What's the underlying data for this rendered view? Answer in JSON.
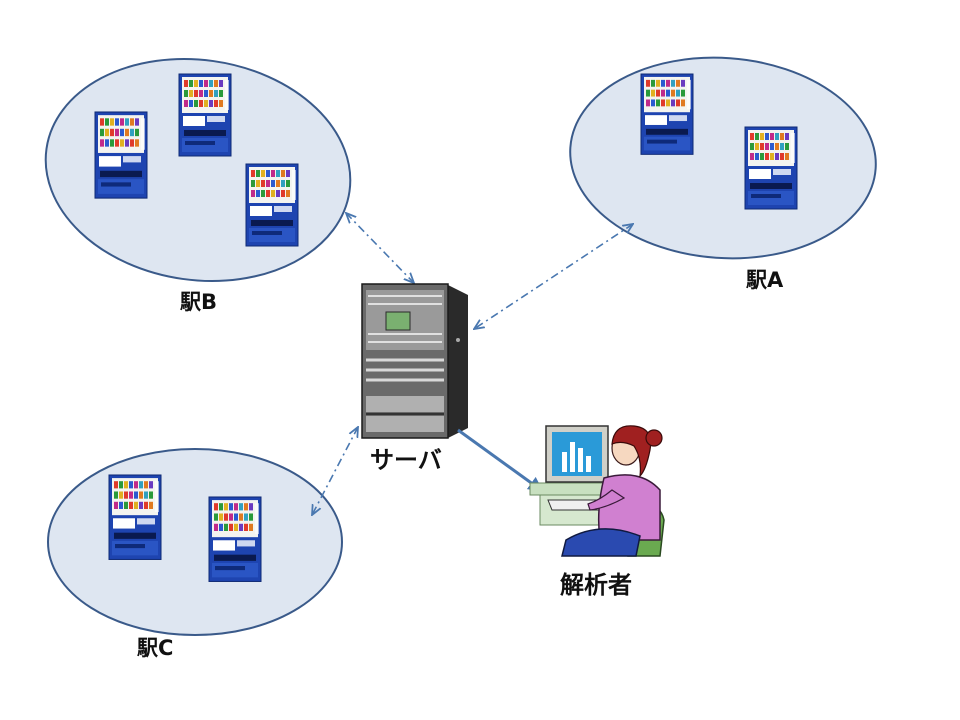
{
  "labels": {
    "station_a": "駅A",
    "station_b": "駅B",
    "station_c": "駅C",
    "server": "サーバ",
    "analyst": "解析者"
  },
  "colors": {
    "station_fill": "#dee6f1",
    "station_stroke": "#3a5a8a",
    "link_line": "#4a78b0",
    "vending_body": "#1e44b0"
  }
}
